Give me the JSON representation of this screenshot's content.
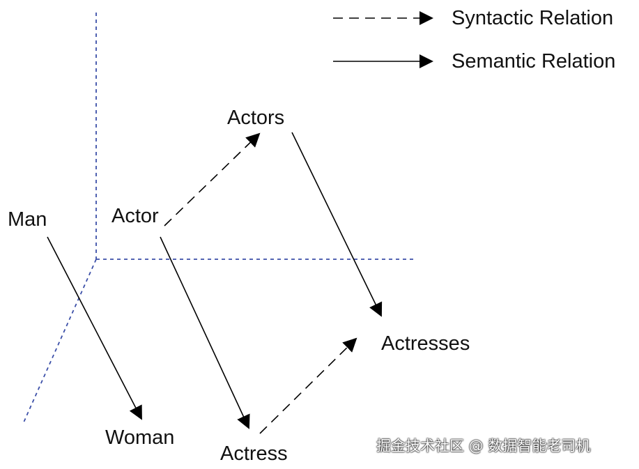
{
  "legend": {
    "syntactic_label": "Syntactic Relation",
    "semantic_label": "Semantic Relation"
  },
  "words": {
    "man": "Man",
    "woman": "Woman",
    "actor": "Actor",
    "actress": "Actress",
    "actors": "Actors",
    "actresses": "Actresses"
  },
  "watermark": "掘金技术社区 @ 数据智能老司机",
  "colors": {
    "axis": "#3b4fa8",
    "arrow": "#000000",
    "text": "#111111"
  }
}
